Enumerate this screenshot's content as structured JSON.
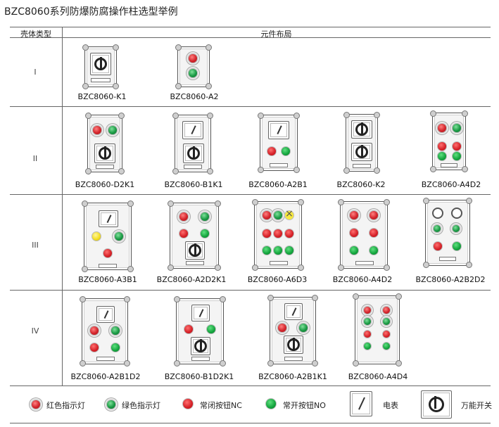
{
  "title": "BZC8060系列防爆防腐操作柱选型举例",
  "header": {
    "col1": "壳体类型",
    "col2": "元件布局"
  },
  "rows": [
    {
      "label": "I",
      "models": [
        "BZC8060-K1",
        "BZC8060-A2"
      ]
    },
    {
      "label": "II",
      "models": [
        "BZC8060-D2K1",
        "BZC8060-B1K1",
        "BZC8060-A2B1",
        "BZC8060-K2",
        "BZC8060-A4D2"
      ]
    },
    {
      "label": "III",
      "models": [
        "BZC8060-A3B1",
        "BZC8060-A2D2K1",
        "BZC8060-A6D3",
        "BZC8060-A4D2",
        "BZC8060-A2B2D2"
      ]
    },
    {
      "label": "IV",
      "models": [
        "BZC8060-A2B1D2",
        "BZC8060-B1D2K1",
        "BZC8060-A2B1K1",
        "BZC8060-A4D4"
      ]
    }
  ],
  "legend": [
    {
      "label": "红色指示灯",
      "icon": "red-indicator-icon"
    },
    {
      "label": "绿色指示灯",
      "icon": "green-indicator-icon"
    },
    {
      "label": "常闭按钮NC",
      "icon": "red-button-icon"
    },
    {
      "label": "常开按钮NO",
      "icon": "green-button-icon"
    },
    {
      "label": "电表",
      "icon": "meter-icon"
    },
    {
      "label": "万能开关",
      "icon": "universal-switch-icon"
    }
  ],
  "colors": {
    "red": "#d41f26",
    "green": "#12a33c",
    "yellow": "#f2dc1e",
    "line": "#666666"
  }
}
